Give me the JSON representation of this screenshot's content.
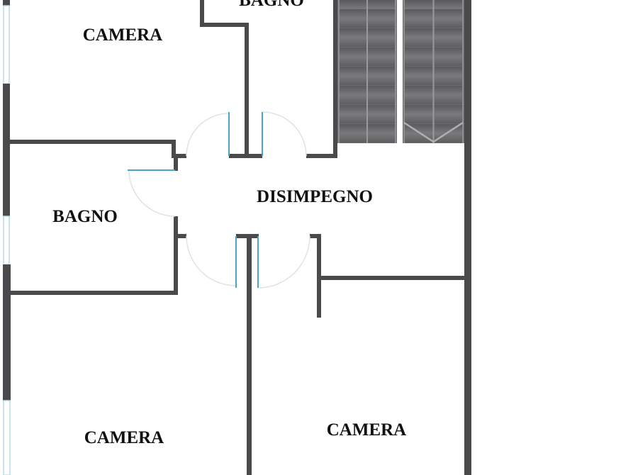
{
  "rooms": {
    "camera_top": "CAMERA",
    "bagno_top": "BAGNO",
    "bagno_left": "BAGNO",
    "disimpegno": "DISIMPEGNO",
    "camera_bottom_left": "CAMERA",
    "camera_bottom_right": "CAMERA"
  },
  "colors": {
    "wall": "#4a4a4d",
    "door_leaf": "#4aa3c8",
    "stairs": "#6b6b6e"
  }
}
